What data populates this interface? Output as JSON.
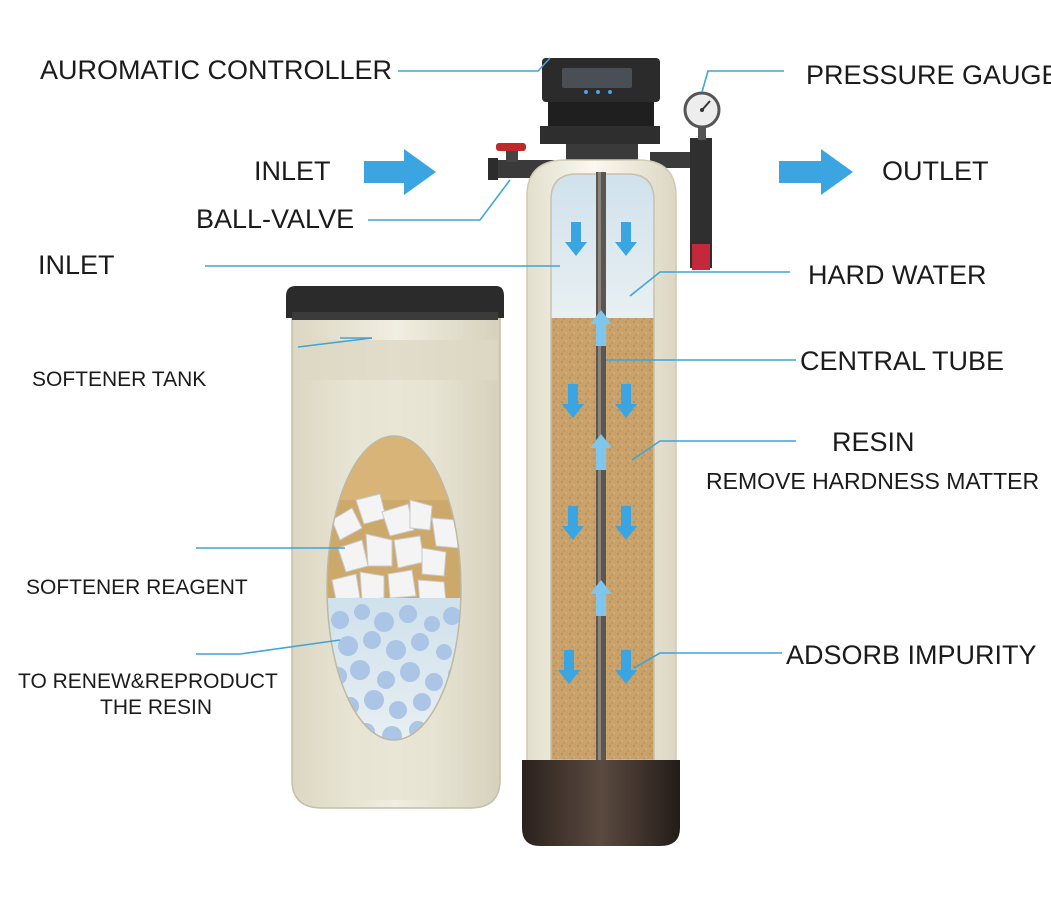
{
  "labels": {
    "controller": "AUROMATIC CONTROLLER",
    "pressure_gauge": "PRESSURE GAUGE",
    "inlet_top": "INLET",
    "outlet": "OUTLET",
    "ball_valve": "BALL-VALVE",
    "inlet_side": "INLET",
    "hard_water": "HARD WATER",
    "softener_tank": "SOFTENER TANK",
    "central_tube": "CENTRAL TUBE",
    "resin": "RESIN",
    "remove_hardness": "REMOVE HARDNESS MATTER",
    "softener_reagent": "SOFTENER REAGENT",
    "adsorb_impurity": "ADSORB IMPURITY",
    "renew_line1": "TO RENEW&REPRODUCT",
    "renew_line2": "THE RESIN"
  },
  "colors": {
    "leader_line": "#3fa4d8",
    "flow_arrow": "#3aa5e0",
    "resin": "#c9a36a",
    "tank_body": "#e9e5d4",
    "lid": "#2a2a2a",
    "salt_blue": "#a9c3e6"
  }
}
